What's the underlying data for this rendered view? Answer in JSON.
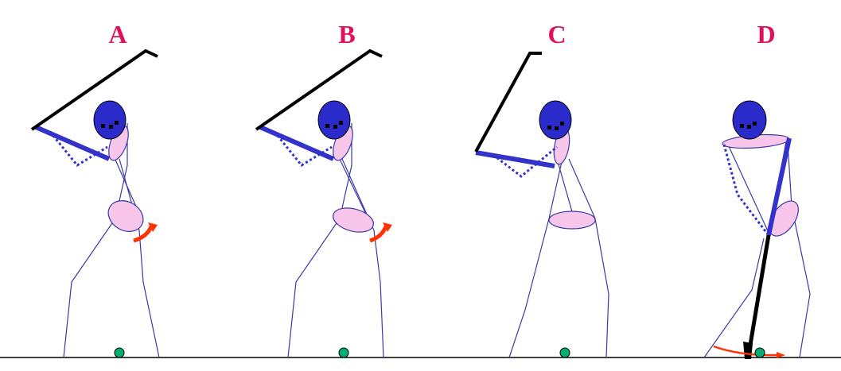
{
  "colors": {
    "label": "#e0105a",
    "head": "#2b2bcc",
    "limb": "#3333cc",
    "thin_line": "#3a3aaa",
    "pink": "#f7c6ea",
    "club": "#000000",
    "arrow": "#ff3300",
    "ball": "#00b070",
    "ground": "#000000"
  },
  "panels": [
    {
      "label": "A"
    },
    {
      "label": "B"
    },
    {
      "label": "C"
    },
    {
      "label": "D"
    }
  ]
}
